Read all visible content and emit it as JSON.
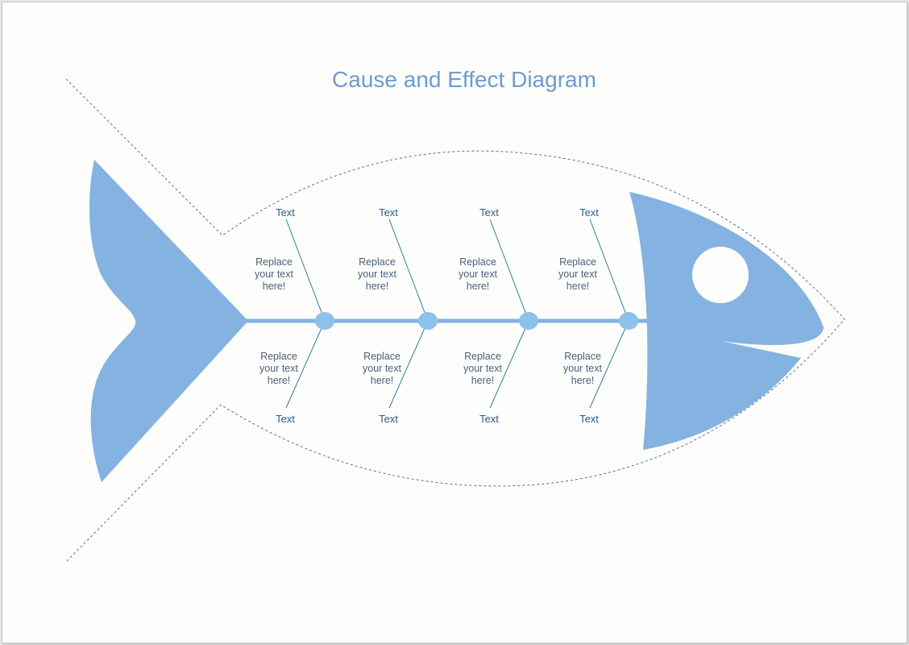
{
  "diagram": {
    "title": "Cause and Effect Diagram",
    "colors": {
      "fish_fill": "#84b2e1",
      "node_fill": "#8bc1ea",
      "bone_line": "#2f7f99",
      "outline_dash": "#5a6f92",
      "title": "#6d9ccd",
      "label": "#2c5b86",
      "cause_text": "#4a5f78"
    },
    "branches_top": [
      {
        "category": "Text",
        "cause": [
          "Replace",
          "your text",
          "here!"
        ]
      },
      {
        "category": "Text",
        "cause": [
          "Replace",
          "your text",
          "here!"
        ]
      },
      {
        "category": "Text",
        "cause": [
          "Replace",
          "your text",
          "here!"
        ]
      },
      {
        "category": "Text",
        "cause": [
          "Replace",
          "your text",
          "here!"
        ]
      }
    ],
    "branches_bottom": [
      {
        "category": "Text",
        "cause": [
          "Replace",
          "your text",
          "here!"
        ]
      },
      {
        "category": "Text",
        "cause": [
          "Replace",
          "your text",
          "here!"
        ]
      },
      {
        "category": "Text",
        "cause": [
          "Replace",
          "your text",
          "here!"
        ]
      },
      {
        "category": "Text",
        "cause": [
          "Replace",
          "your text",
          "here!"
        ]
      }
    ]
  }
}
